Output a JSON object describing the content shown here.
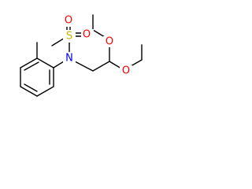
{
  "molecule": {
    "atoms": {
      "sulfur": {
        "label": "S",
        "color": "#c8b400"
      },
      "oxygen_left": {
        "label": "O",
        "color": "#ff0000"
      },
      "oxygen_right": {
        "label": "O",
        "color": "#ff0000"
      },
      "nitrogen": {
        "label": "N",
        "color": "#0000ff"
      },
      "oxygen_ethoxy_upper": {
        "label": "O",
        "color": "#ff0000"
      },
      "oxygen_ethoxy_lower": {
        "label": "O",
        "color": "#ff0000"
      }
    },
    "bond_color": "#000000"
  }
}
